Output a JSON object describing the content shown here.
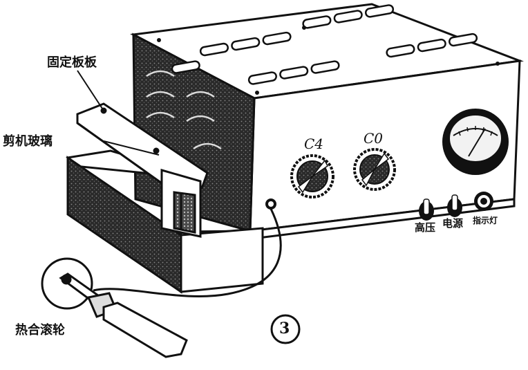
{
  "labels": {
    "fixed_plate": "固定板板",
    "cut_glass": "剪机玻璃",
    "hot_roller": "热合滚轮",
    "dial_c4": "C4",
    "dial_c0": "C0",
    "switch_high_voltage": "高压",
    "switch_power": "电源",
    "indicator_lamp": "指示灯",
    "figure_number": "3"
  },
  "colors": {
    "ink": "#111111",
    "paper": "#ffffff",
    "meter_face": "#f2f2f2"
  }
}
